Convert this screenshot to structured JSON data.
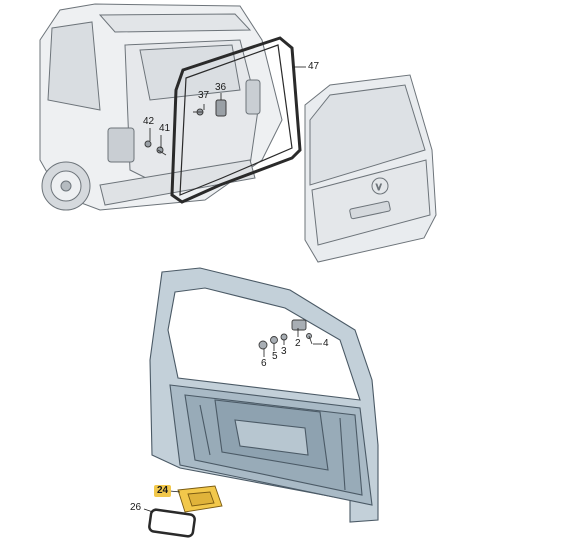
{
  "callouts": {
    "p47": "47",
    "p37": "37",
    "p36": "36",
    "p42": "42",
    "p41": "41",
    "p6": "6",
    "p5": "5",
    "p3": "3",
    "p2": "2",
    "p4": "4",
    "p24": "24",
    "p26": "26"
  },
  "highlight_color": "#f2c84b",
  "part_colors": {
    "body_fill": "#e8ebee",
    "tailgate_panel": "#b9c8d2",
    "seal": "#2a2a2a"
  }
}
